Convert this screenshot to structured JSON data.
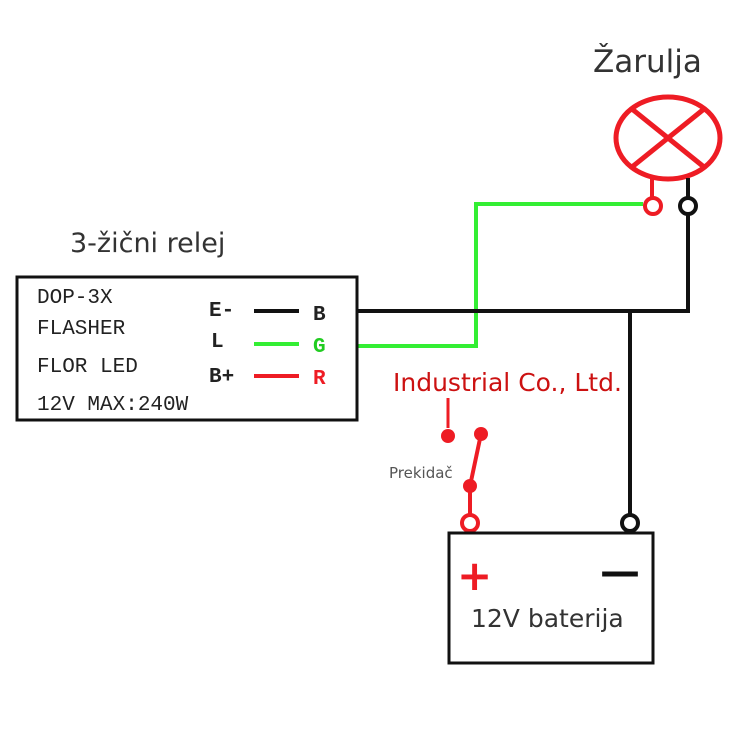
{
  "labels": {
    "bulb": "Žarulja",
    "relay": "3-žični relej",
    "switch": "Prekidač",
    "battery": "12V baterija",
    "company": "Industrial Co., Ltd."
  },
  "relay_box": {
    "line1": "DOP-3X",
    "line2": "FLASHER",
    "line3": "FLOR LED",
    "line4": "12V MAX:240W"
  },
  "terminals": [
    {
      "left": "E-",
      "right": "B",
      "color": "#000000"
    },
    {
      "left": "L",
      "right": "G",
      "color": "#22cc22"
    },
    {
      "left": "B+",
      "right": "R",
      "color": "#ee2222"
    }
  ],
  "battery_signs": {
    "plus": "+",
    "minus": "—"
  },
  "colors": {
    "wire_black": "#111111",
    "wire_green": "#33ee33",
    "accent_red": "#ee1c24",
    "company_text": "#cc1111",
    "label_text": "#333333"
  }
}
